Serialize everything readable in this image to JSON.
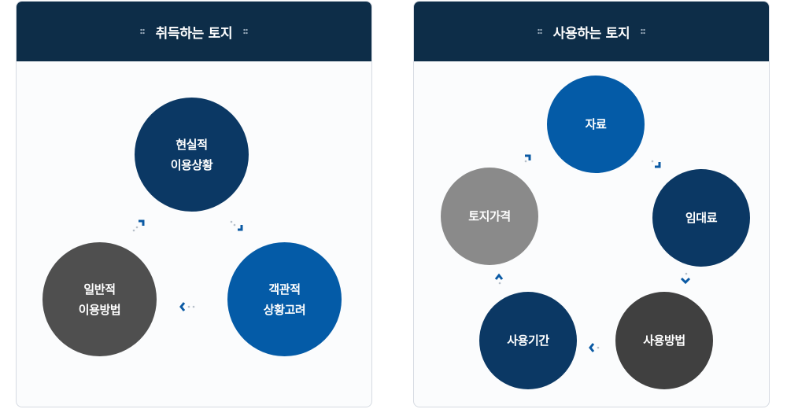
{
  "panels": [
    {
      "title": "취득하는 토지",
      "nodes": [
        {
          "line1": "현실적",
          "line2": "이용상황"
        },
        {
          "line1": "객관적",
          "line2": "상황고려"
        },
        {
          "line1": "일반적",
          "line2": "이용방법"
        }
      ]
    },
    {
      "title": "사용하는 토지",
      "nodes": [
        {
          "label": "자료"
        },
        {
          "label": "임대료"
        },
        {
          "label": "사용방법"
        },
        {
          "label": "사용기간"
        },
        {
          "label": "토지가격"
        }
      ]
    }
  ],
  "colors": {
    "header_bg": "#0d2d48",
    "navy": "#0b3864",
    "blue": "#045ba7",
    "dark_gray": "#4f4f4f",
    "mid_gray": "#8a8a8a",
    "charcoal": "#404040",
    "arrow_blue": "#0b5aa4"
  }
}
